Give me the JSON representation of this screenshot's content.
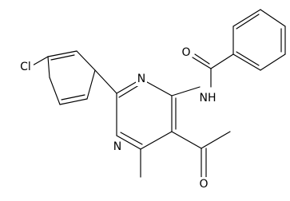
{
  "molecule": {
    "atoms": {
      "cl": "Cl",
      "n_ring_top": "N",
      "n_ring_bottom": "N",
      "nh": "NH",
      "o_amide": "O",
      "o_acetyl": "O"
    }
  }
}
